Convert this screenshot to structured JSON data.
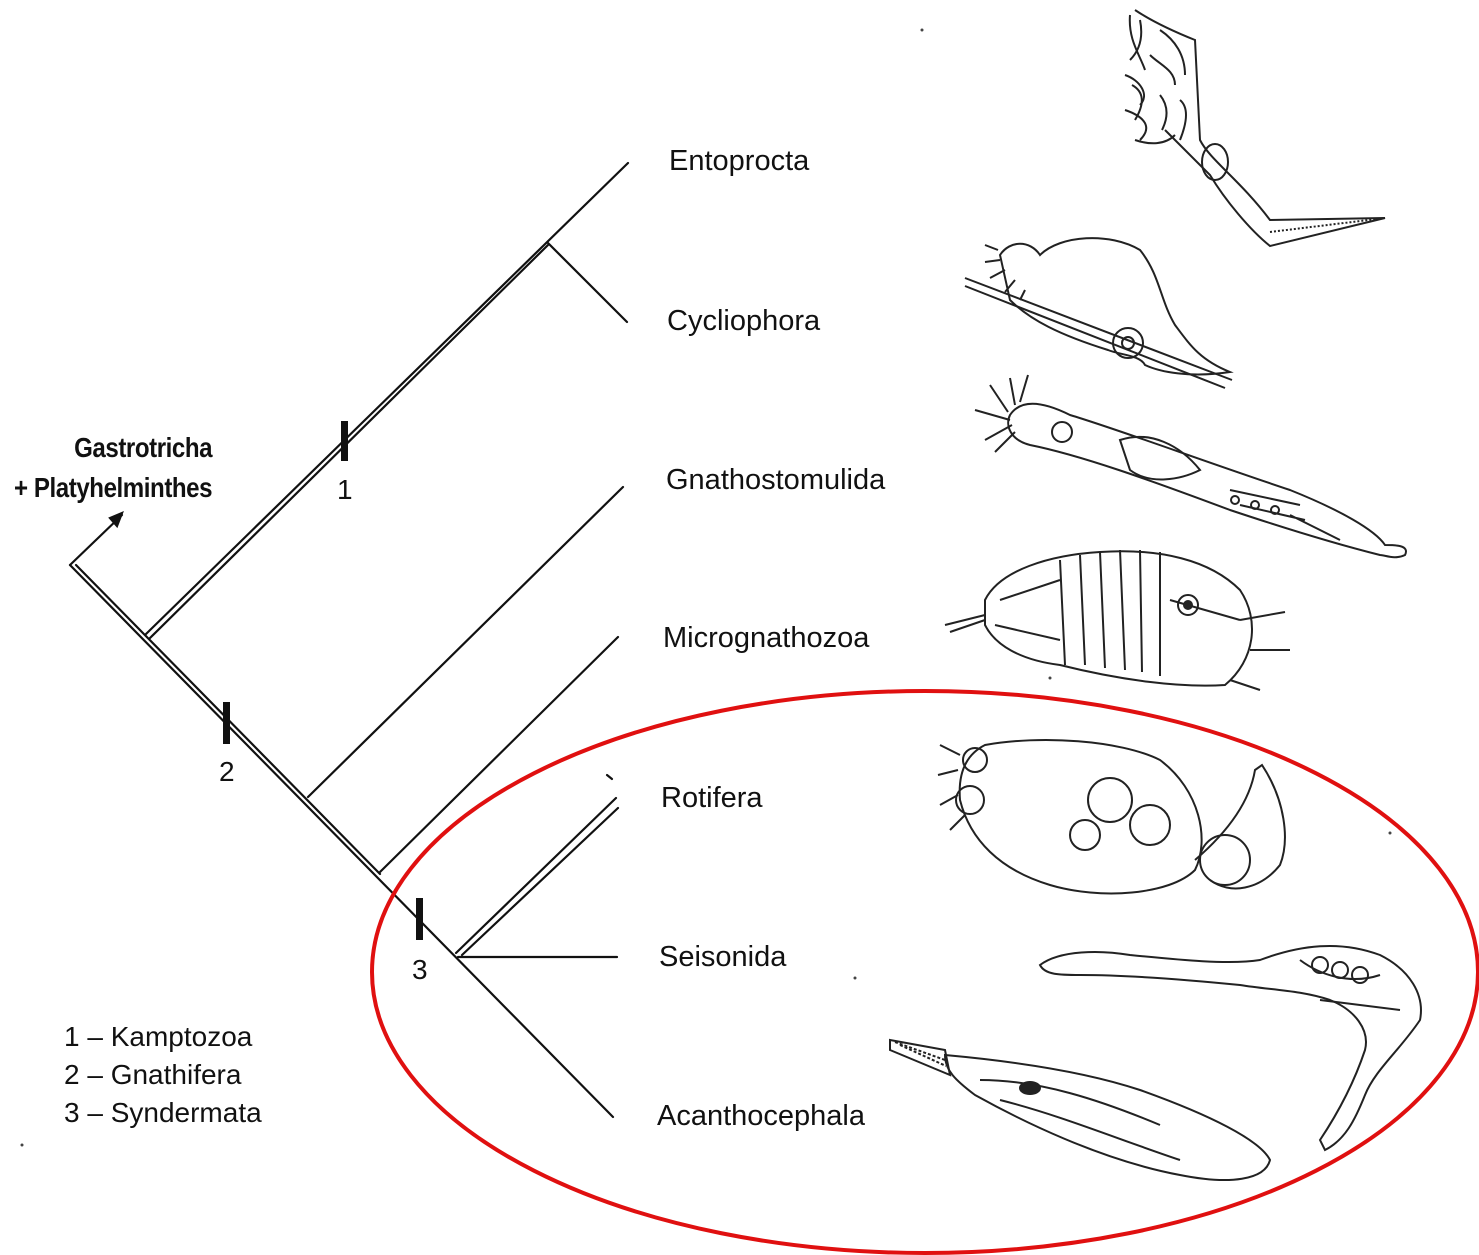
{
  "outgroup": {
    "line1": "Gastrotricha",
    "line2": "+ Platyhelminthes"
  },
  "taxa": {
    "entoprocta": "Entoprocta",
    "cycliophora": "Cycliophora",
    "gnathostomulida": "Gnathostomulida",
    "micrognathozoa": "Micrognathozoa",
    "rotifera": "Rotifera",
    "seisonida": "Seisonida",
    "acanthocephala": "Acanthocephala"
  },
  "markers": {
    "m1": "1",
    "m2": "2",
    "m3": "3"
  },
  "legend": {
    "item1": "1 – Kamptozoa",
    "item2": "2 – Gnathifera",
    "item3": "3 – Syndermata"
  },
  "colors": {
    "highlight_ellipse": "#e01010",
    "tree_lines": "#111111"
  },
  "illustrations": [
    "entoprocta-animal",
    "cycliophora-animal",
    "gnathostomulida-animal",
    "micrognathozoa-animal",
    "rotifera-animal",
    "seisonida-animal",
    "acanthocephala-animal"
  ]
}
